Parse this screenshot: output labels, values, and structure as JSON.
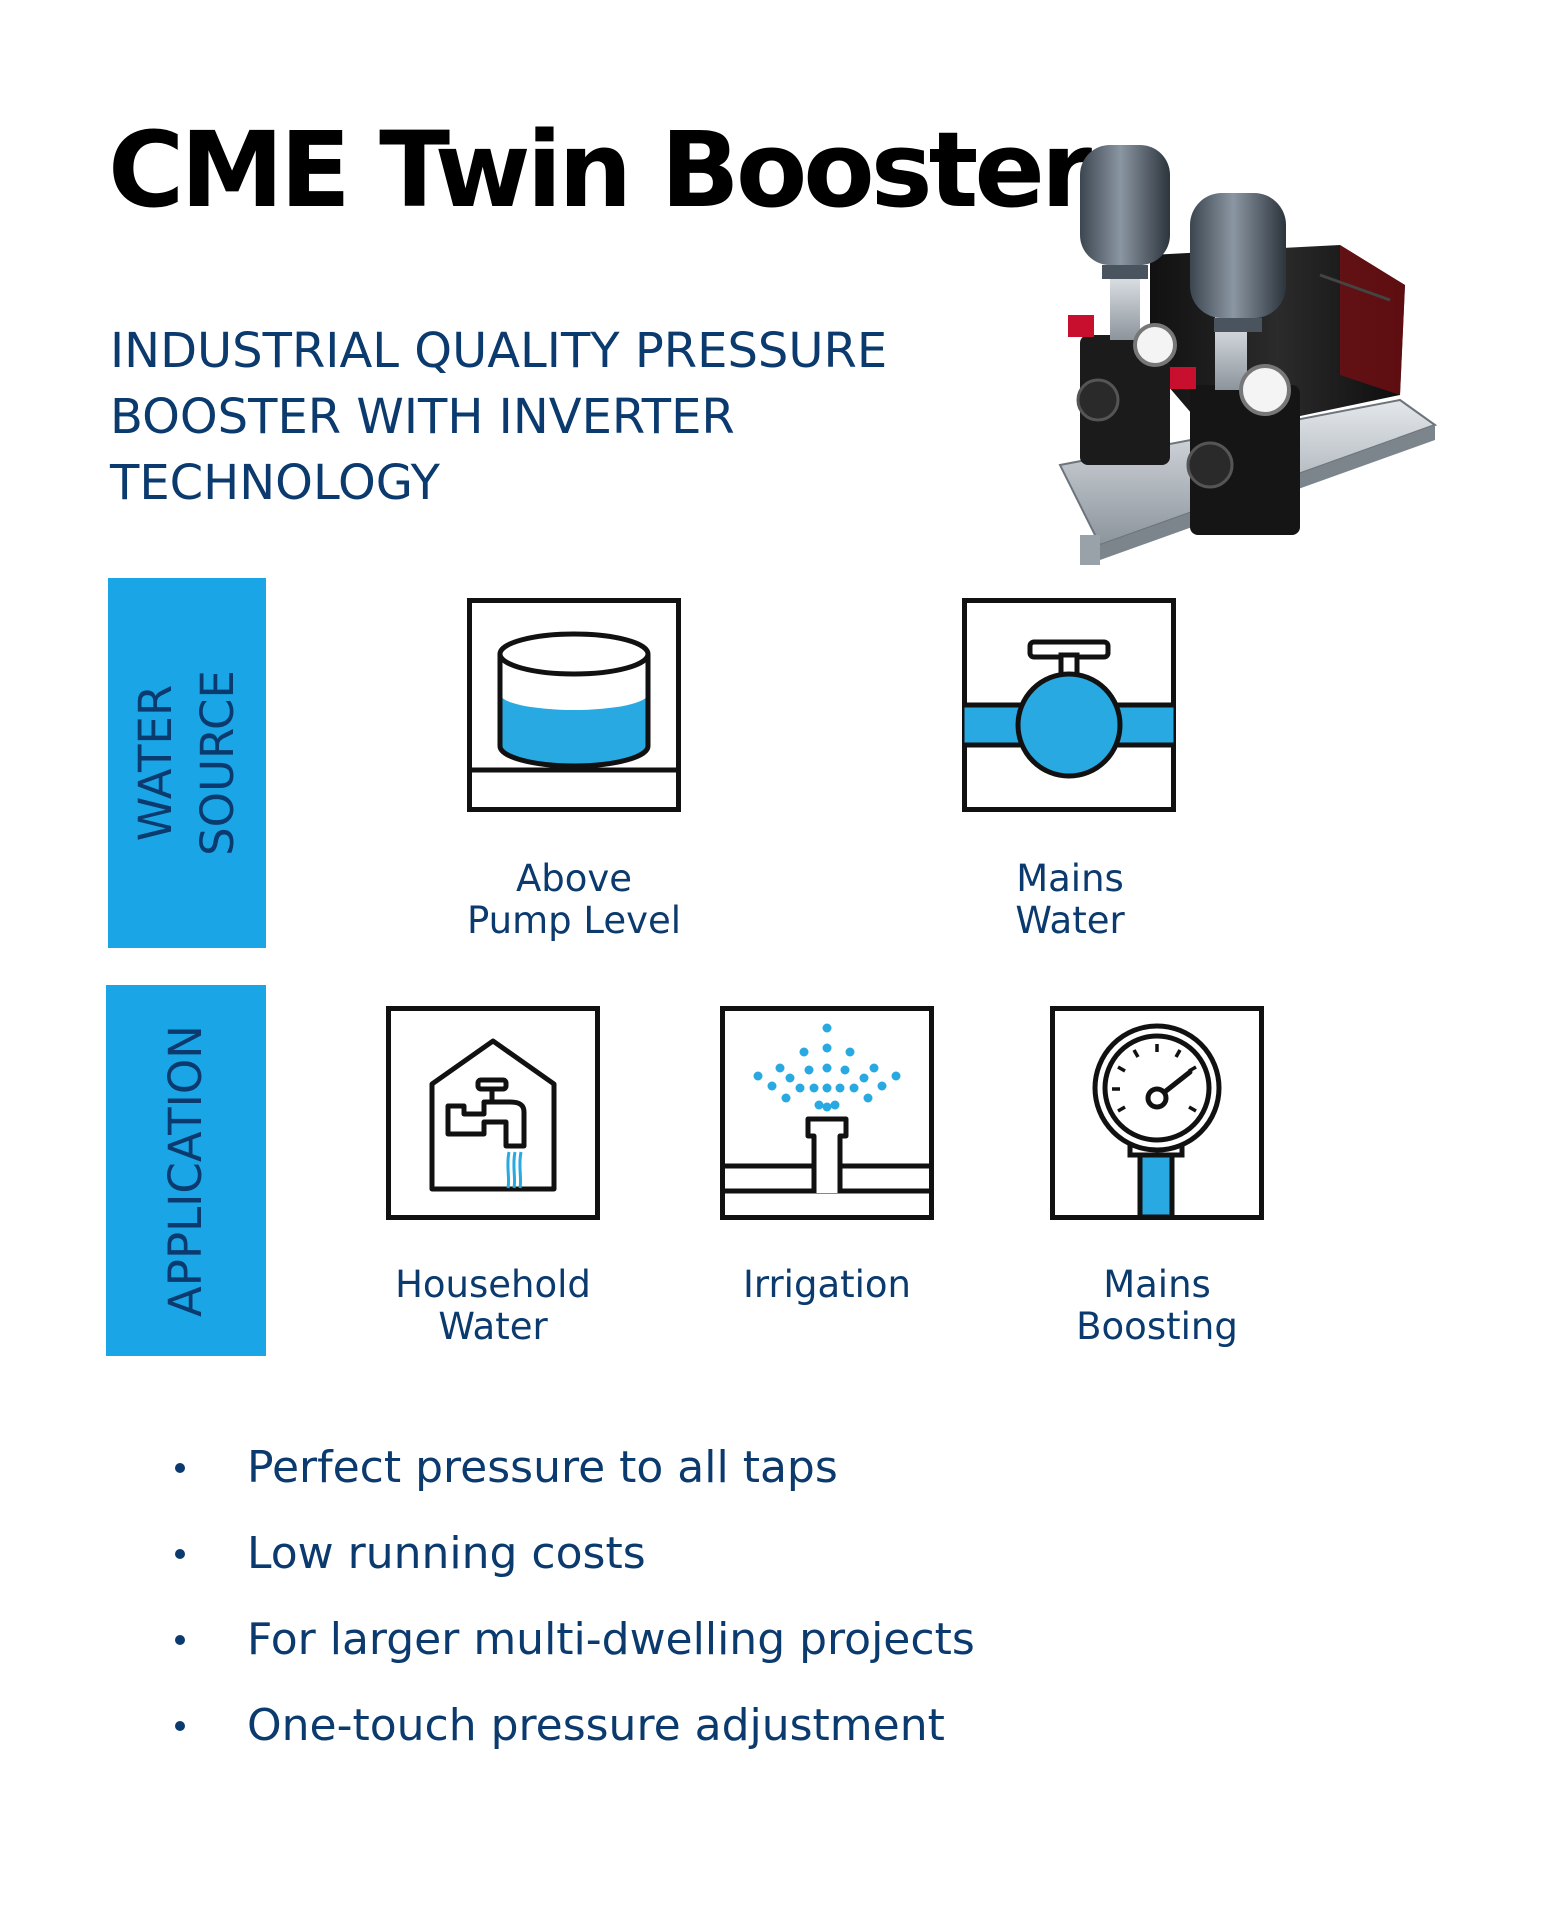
{
  "title": "CME Twin Booster",
  "subtitle": {
    "line1": "INDUSTRIAL QUALITY PRESSURE",
    "line2": "BOOSTER WITH INVERTER",
    "line3": "TECHNOLOGY"
  },
  "colors": {
    "accent": "#1aa6e6",
    "water": "#29a9e1",
    "text": "#0b3a6e"
  },
  "product_image": {
    "icon": "twin-booster-pump-image"
  },
  "water_source": {
    "label_line1": "WATER",
    "label_line2": "SOURCE",
    "items": [
      {
        "icon": "tank-icon",
        "line1": "Above",
        "line2": "Pump Level"
      },
      {
        "icon": "valve-icon",
        "line1": "Mains",
        "line2": "Water"
      }
    ]
  },
  "application": {
    "label": "APPLICATION",
    "items": [
      {
        "icon": "house-tap-icon",
        "line1": "Household",
        "line2": "Water"
      },
      {
        "icon": "sprinkler-icon",
        "line1": "Irrigation",
        "line2": ""
      },
      {
        "icon": "pressure-gauge-icon",
        "line1": "Mains",
        "line2": "Boosting"
      }
    ]
  },
  "features": [
    "Perfect pressure to all taps",
    "Low running costs",
    "For larger multi-dwelling projects",
    "One-touch pressure adjustment"
  ]
}
